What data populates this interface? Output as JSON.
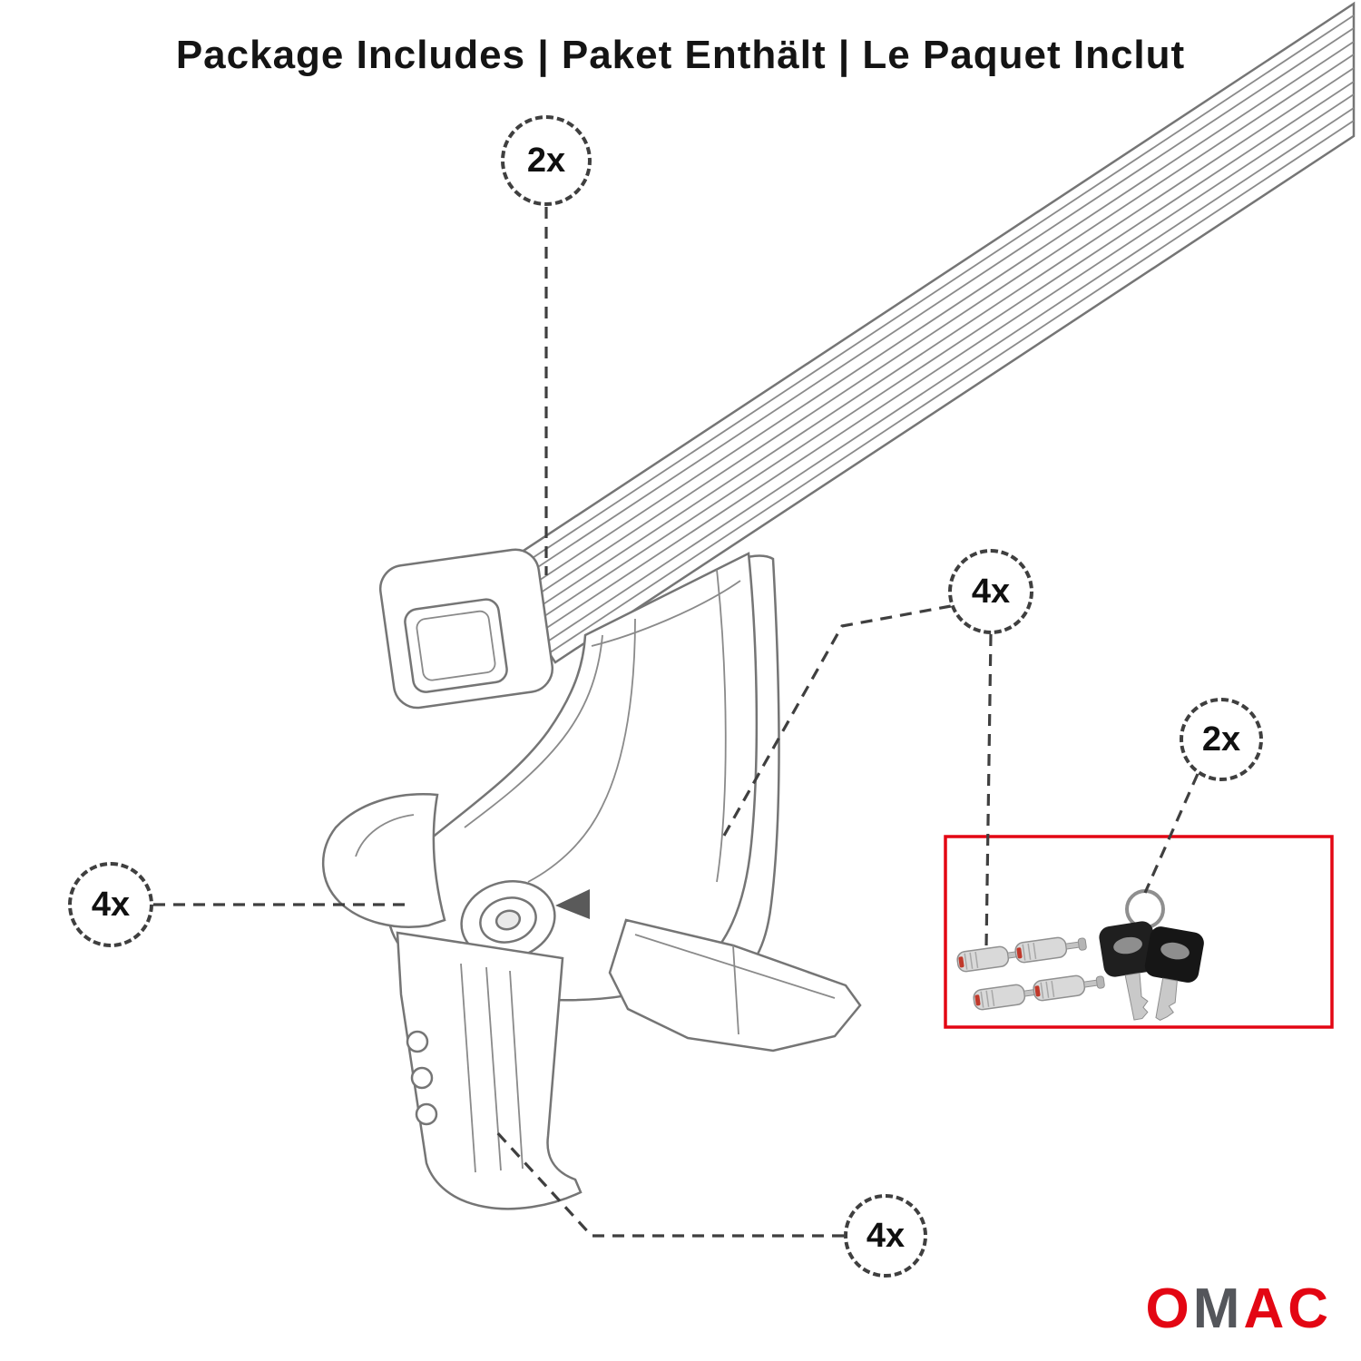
{
  "title": "Package Includes | Paket Enthält | Le Paquet Inclut",
  "callouts": {
    "crossbar": {
      "label": "2x",
      "target": "crossbar"
    },
    "locks": {
      "label": "4x",
      "target": "lock-cylinders"
    },
    "keys": {
      "label": "2x",
      "target": "keys"
    },
    "foot": {
      "label": "4x",
      "target": "mounting-foot"
    },
    "clamp": {
      "label": "4x",
      "target": "clamp-bracket"
    }
  },
  "hardware_box": {
    "items": [
      "lock-cylinders-photo",
      "keys-photo"
    ],
    "border_color": "#E30613"
  },
  "colors": {
    "accent_red": "#E30613",
    "logo_gray": "#54565B",
    "dashed_line": "#3f3f3f",
    "drawing_gray": "#757575"
  },
  "logo": {
    "text": "OMAC",
    "letters": [
      {
        "ch": "O",
        "tone": "red"
      },
      {
        "ch": "M",
        "tone": "gray"
      },
      {
        "ch": "A",
        "tone": "red"
      },
      {
        "ch": "C",
        "tone": "red"
      }
    ]
  }
}
